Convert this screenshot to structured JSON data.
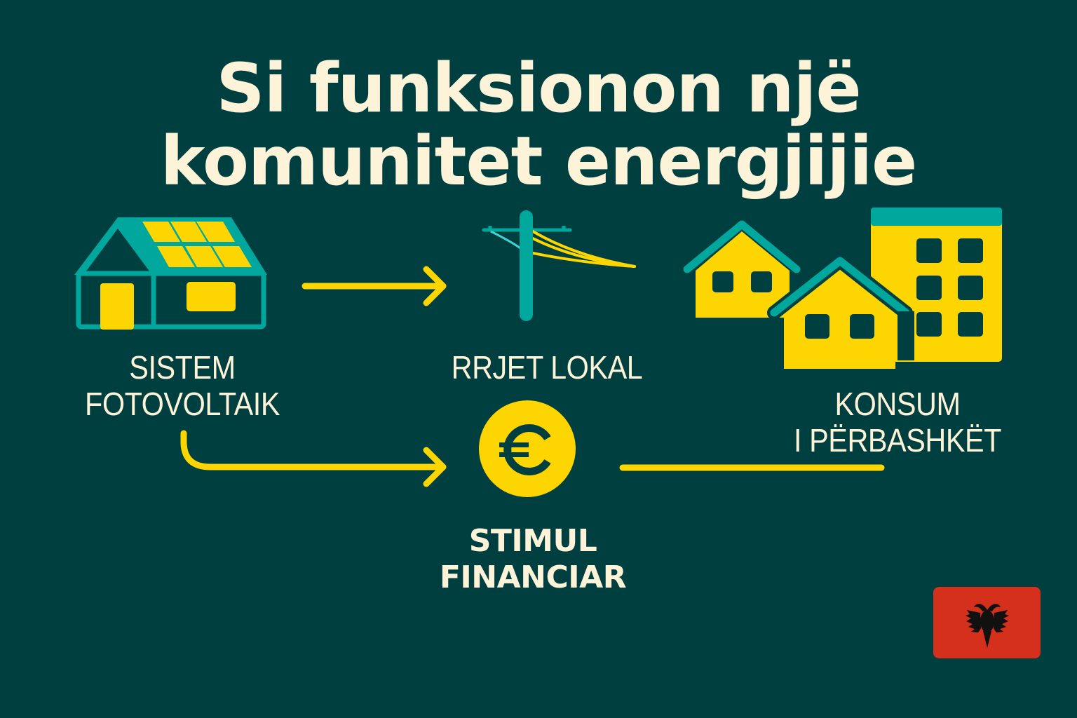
{
  "title": {
    "line1": "Si funksionon një",
    "line2": "komunitet energjijie"
  },
  "nodes": {
    "pv": {
      "icon": "solar-house-icon",
      "label_line1": "SISTEM",
      "label_line2": "FOTOVOLTAIK"
    },
    "grid": {
      "icon": "power-pole-icon",
      "label": "RRJET LOKAL"
    },
    "consumption": {
      "icon": "houses-and-building-icon",
      "label_line1": "KONSUM",
      "label_line2": "I PËRBASHKËT"
    },
    "incentive": {
      "icon": "euro-coin-icon",
      "symbol": "€",
      "label_line1": "STIMUL",
      "label_line2": "FINANCIAR"
    }
  },
  "flag": {
    "icon": "albania-flag-icon"
  },
  "colors": {
    "background": "#003f40",
    "text": "#fcf3d8",
    "accent_yellow": "#fdd500",
    "accent_teal": "#00a79d",
    "flag_red": "#d5301c"
  }
}
